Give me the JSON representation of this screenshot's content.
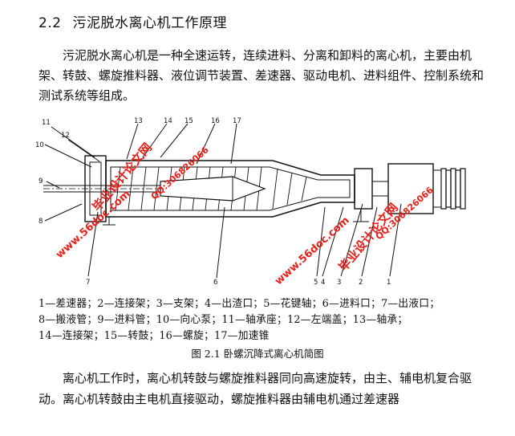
{
  "section": {
    "number": "2.2",
    "title": "污泥脱水离心机工作原理"
  },
  "paragraph1": "污泥脱水离心机是一种全速运转，连续进料、分离和卸料的离心机，主要由机架、转鼓、螺旋推料器、液位调节装置、差速器、驱动电机、进料组件、控制系统和测试系统等组成。",
  "figure": {
    "callouts_top": [
      "11",
      "12",
      "13",
      "14",
      "15",
      "16",
      "17"
    ],
    "callouts_left": [
      "10",
      "9",
      "8",
      "7"
    ],
    "callouts_bottom": [
      "6",
      "5",
      "4",
      "3",
      "2",
      "1"
    ],
    "legend_lines": [
      "1—差速器；2—连接架；3—支架；4—出渣口；5—花键轴；6—进料口；7—出液口；",
      "8—搬液管；9—进料管；10—向心泵；11—轴承座；12—左端盖；13—轴承；",
      "14—连接架；15—转鼓；16—螺旋；17—加速锥"
    ],
    "caption": "图 2.1   卧螺沉降式离心机简图"
  },
  "paragraph2": "离心机工作时，离心机转鼓与螺旋推料器同向高速旋转，由主、辅电机复合驱动。离心机转鼓由主电机直接驱动，螺旋推料器由辅电机通过差速器",
  "watermarks": {
    "text_a": "毕业设计论文网",
    "text_b": "www.56doc.com",
    "text_c": "QQ:306826066",
    "color": "#e8211b"
  }
}
